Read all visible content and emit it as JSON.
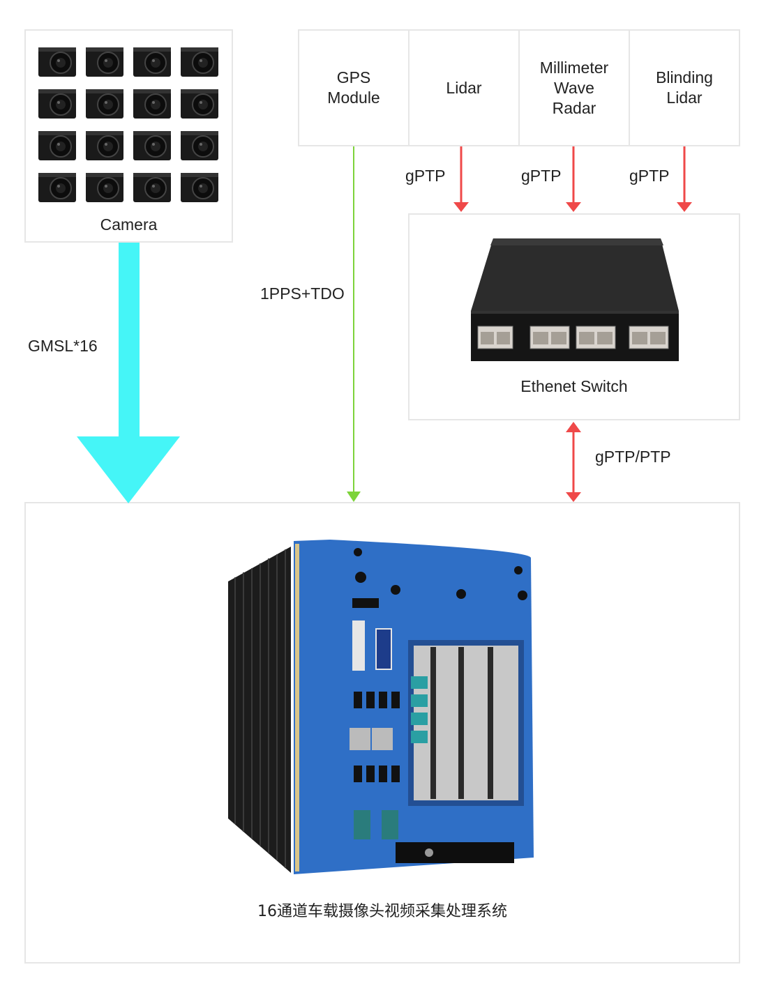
{
  "camera": {
    "label": "Camera",
    "count": 16
  },
  "sensors": [
    {
      "label": "GPS\nModule"
    },
    {
      "label": "Lidar"
    },
    {
      "label": "Millimeter\nWave\nRadar"
    },
    {
      "label": "Blinding\nLidar"
    }
  ],
  "switch": {
    "label": "Ethenet Switch"
  },
  "system": {
    "label": "16通道车载摄像头视频采集处理系统"
  },
  "links": {
    "gmsl": "GMSL*16",
    "pps": "1PPS+TDO",
    "gptp_1": "gPTP",
    "gptp_2": "gPTP",
    "gptp_3": "gPTP",
    "gptp_ptp": "gPTP/PTP"
  },
  "colors": {
    "gmsl_arrow": "#45f5f7",
    "pps_arrow": "#7dd33a",
    "gptp_arrow": "#ef4949",
    "panel_border": "#e6e6e6",
    "device_blue": "#2f6fc6"
  }
}
